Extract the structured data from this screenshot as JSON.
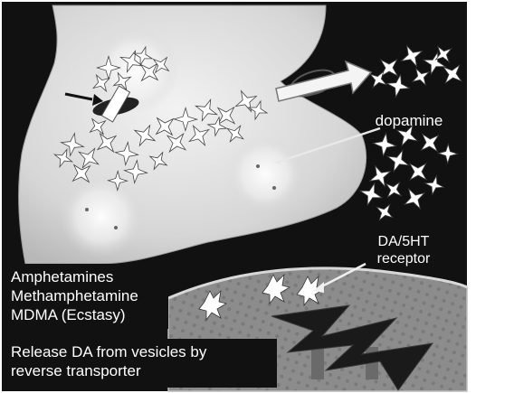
{
  "labels": {
    "dopamine": "dopamine",
    "receptor_line1": "DA/5HT",
    "receptor_line2": "receptor"
  },
  "drugs": {
    "line1": "Amphetamines",
    "line2": "Methamphetamine",
    "line3": "MDMA (Ecstasy)"
  },
  "mechanism": {
    "line1": "Release DA from vesicles by",
    "line2": "reverse transporter"
  },
  "colors": {
    "background": "#111111",
    "neuron": "#d9d9d9",
    "postsynaptic": "#8a8a8a",
    "lightning": "#1a1a1a",
    "frame": "#ffffff"
  }
}
